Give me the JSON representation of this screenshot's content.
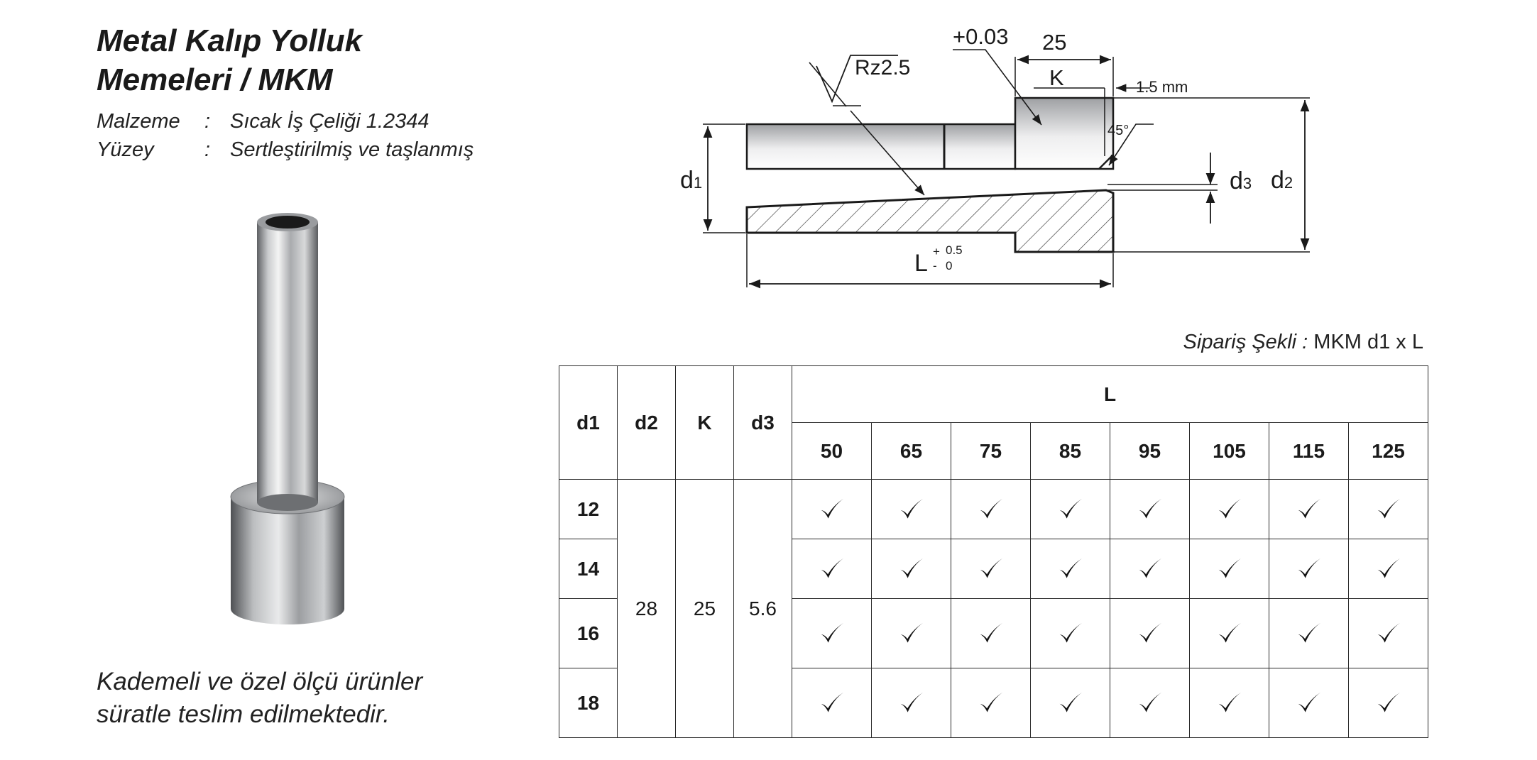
{
  "title": {
    "line1": "Metal Kalıp Yolluk",
    "line2": "Memeleri / MKM"
  },
  "specs": [
    {
      "label": "Malzeme",
      "sep": ":",
      "value": "Sıcak İş Çeliği 1.2344"
    },
    {
      "label": "Yüzey",
      "sep": ":",
      "value": "Sertleştirilmiş ve taşlanmış"
    }
  ],
  "note": {
    "line1": "Kademeli ve özel ölçü ürünler",
    "line2": "süratle teslim edilmektedir."
  },
  "drawing": {
    "roughness": "Rz2.5",
    "tolerance": "+0.03",
    "dim_25": "25",
    "dim_K": "K",
    "dim_1_5": "1.5 mm",
    "angle": "45°",
    "d1": {
      "base": "d",
      "sub": "1"
    },
    "d2": {
      "base": "d",
      "sub": "2"
    },
    "d3": {
      "base": "d",
      "sub": "3"
    },
    "L": {
      "base": "L",
      "plus": "+",
      "minus": "-",
      "upper": "0.5",
      "lower": "0"
    }
  },
  "order": {
    "label": "Sipariş Şekli :",
    "value": "MKM d1 x L"
  },
  "table": {
    "headers": {
      "d1": "d1",
      "d2": "d2",
      "K": "K",
      "d3": "d3",
      "L": "L"
    },
    "lengths": [
      "50",
      "65",
      "75",
      "85",
      "95",
      "105",
      "115",
      "125"
    ],
    "d1_values": [
      "12",
      "14",
      "16",
      "18"
    ],
    "d2": "28",
    "K": "25",
    "d3": "5.6",
    "availability": [
      [
        true,
        true,
        true,
        true,
        true,
        true,
        true,
        true
      ],
      [
        true,
        true,
        true,
        true,
        true,
        true,
        true,
        true
      ],
      [
        true,
        true,
        true,
        true,
        true,
        true,
        true,
        true
      ],
      [
        true,
        true,
        true,
        true,
        true,
        true,
        true,
        true
      ]
    ]
  }
}
